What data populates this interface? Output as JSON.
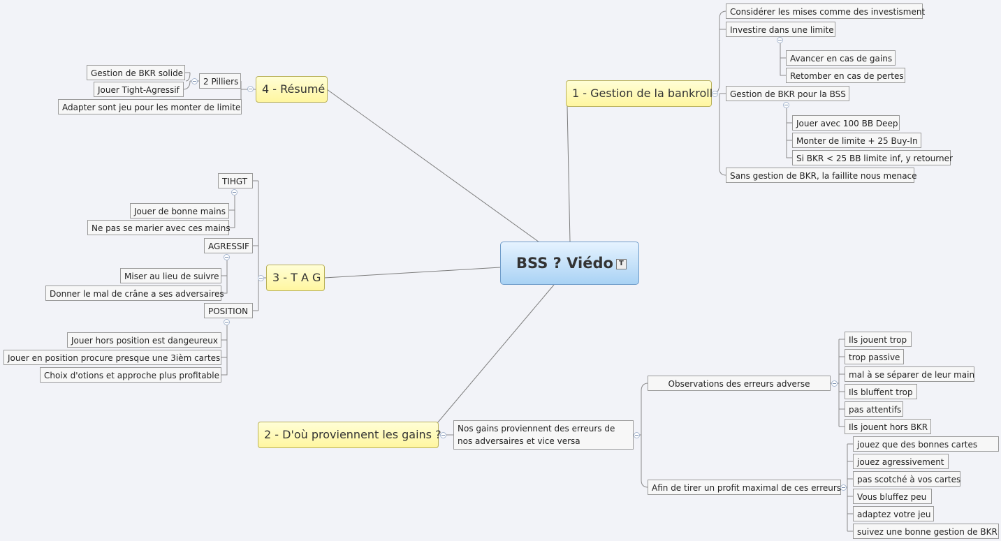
{
  "central": {
    "title": "BSS ? Viédo",
    "note_icon": "note-icon"
  },
  "branches": {
    "bankroll": {
      "label": "1 - Gestion de la bankroll",
      "items": {
        "considerer": "Considérer les mises comme des investisment",
        "investire": "Investire dans une limite",
        "avancer": "Avancer en cas de gains",
        "retomber": "Retomber en cas de pertes",
        "gestion_bss": "Gestion de BKR pour la BSS",
        "jouer100": "Jouer avec 100 BB Deep",
        "monter": "Monter de limite + 25 Buy-In",
        "si_bkr": "Si BKR < 25 BB limite inf, y retourner",
        "sans_gestion": "Sans gestion de BKR, la faillite nous menace"
      }
    },
    "gains": {
      "label": "2 - D'où proviennent les gains ?",
      "items": {
        "nos_gains": "Nos gains proviennent des erreurs de nos adversaires et vice versa",
        "observations": "Observations des erreurs adverse",
        "obs_list": [
          "Ils jouent trop",
          "trop passive",
          "mal à se séparer de leur main",
          "Ils bluffent trop",
          "pas attentifs",
          "Ils jouent hors BKR"
        ],
        "afin": "Afin de tirer un profit maximal de ces erreurs",
        "afin_list": [
          "jouez que des bonnes cartes",
          "jouez agressivement",
          "pas scotché à vos cartes",
          "Vous bluffez peu",
          "adaptez votre jeu",
          "suivez une bonne gestion de BKR"
        ]
      }
    },
    "tag": {
      "label": "3 - T A G",
      "items": {
        "tihgt": "TIHGT",
        "tihgt_list": [
          "Jouer de bonne mains",
          "Ne pas se marier avec ces mains"
        ],
        "agressif": "AGRESSIF",
        "agressif_list": [
          "Miser au lieu de suivre",
          "Donner le mal de crâne a ses adversaires"
        ],
        "position": "POSITION",
        "position_list": [
          "Jouer hors position est dangeureux",
          "Jouer en position procure presque une 3ièm cartes",
          "Choix d'otions et approche plus profitable"
        ]
      }
    },
    "resume": {
      "label": "4 - Résumé",
      "items": {
        "piliers": "2 Pilliers",
        "piliers_list": [
          "Gestion de BKR solide",
          "Jouer Tight-Agressif"
        ],
        "adapter": "Adapter sont jeu pour les monter de limite"
      }
    }
  }
}
